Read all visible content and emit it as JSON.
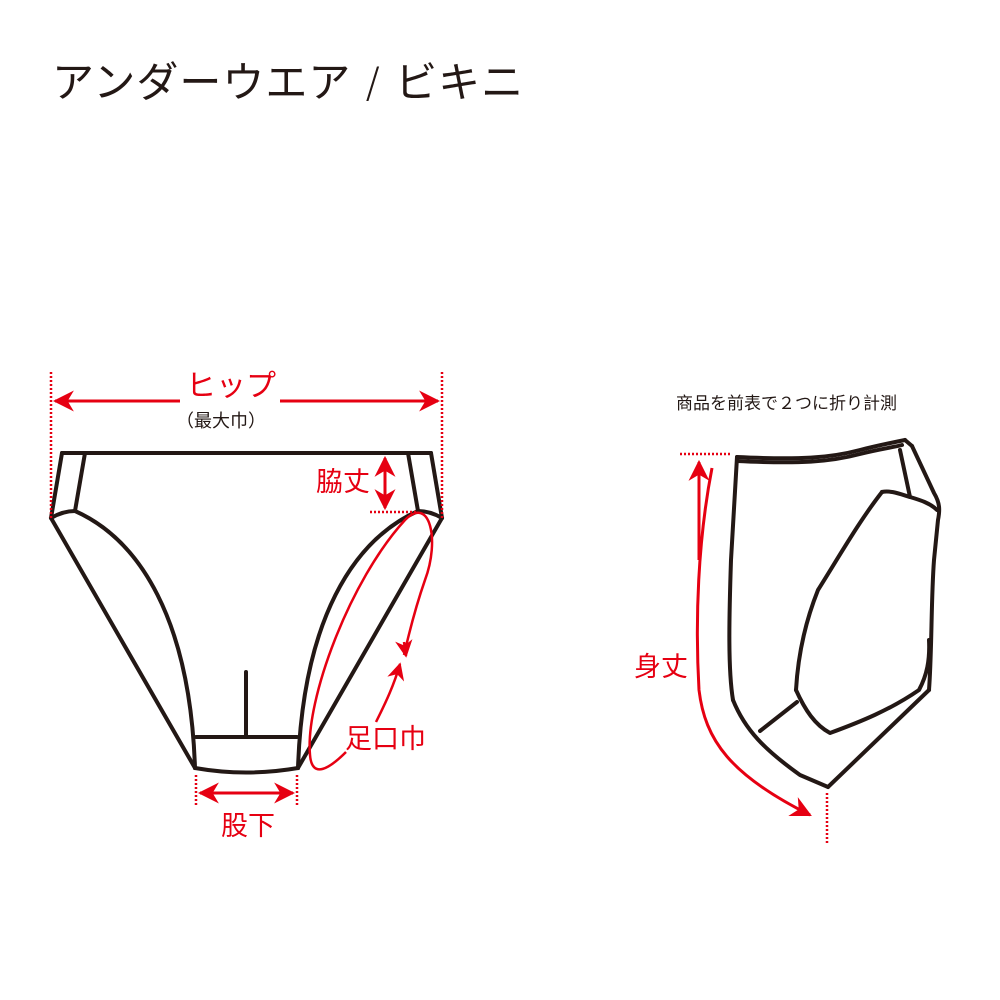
{
  "title": "アンダーウエア / ビキニ",
  "colors": {
    "outline": "#231815",
    "measure": "#e60012",
    "background": "#ffffff"
  },
  "front_view": {
    "measurements": [
      {
        "id": "hip",
        "label": "ヒップ",
        "sub_label": "（最大巾）"
      },
      {
        "id": "side_length",
        "label": "脇丈"
      },
      {
        "id": "leg_opening",
        "label": "足口巾"
      },
      {
        "id": "crotch",
        "label": "股下"
      }
    ]
  },
  "side_view": {
    "note": "商品を前表で２つに折り計測",
    "measurements": [
      {
        "id": "body_length",
        "label": "身丈"
      }
    ]
  }
}
